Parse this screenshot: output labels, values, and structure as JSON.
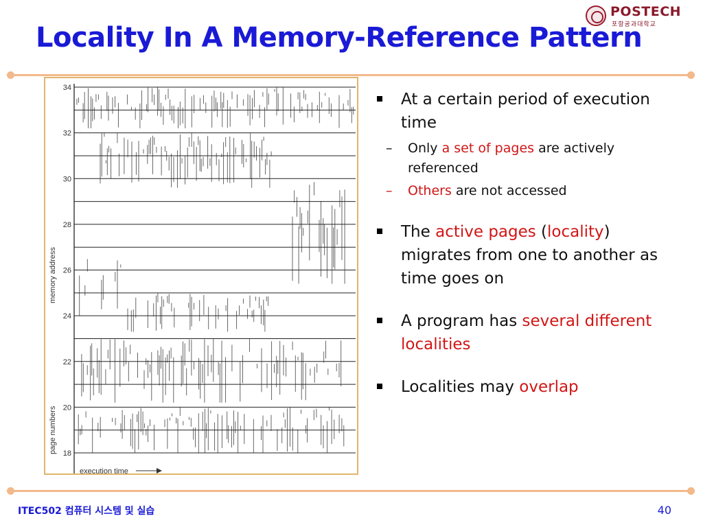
{
  "slide": {
    "title": "Locality In A Memory-Reference Pattern",
    "logo": {
      "name": "POSTECH",
      "subtitle": "포항공과대학교"
    },
    "colors": {
      "title": "#1a1ad6",
      "highlight": "#d11616",
      "rule": "#f3b98a",
      "frame": "#e1b46d"
    }
  },
  "figure": {
    "y_ticks": [
      "34",
      "32",
      "30",
      "28",
      "26",
      "24",
      "22",
      "20",
      "18"
    ],
    "ylabel_bottom": "page numbers",
    "ylabel_top": "memory address",
    "xlabel": "execution time"
  },
  "bullets": [
    {
      "parts": [
        {
          "text": "At a certain period of execution time",
          "hl": false
        }
      ],
      "subs": [
        {
          "parts": [
            {
              "text": "Only ",
              "hl": false
            },
            {
              "text": "a set of pages",
              "hl": true
            },
            {
              "text": " are actively referenced",
              "hl": false
            }
          ]
        },
        {
          "parts": [
            {
              "text": "Others",
              "hl": true
            },
            {
              "text": " are not accessed",
              "hl": false
            }
          ]
        }
      ]
    },
    {
      "parts": [
        {
          "text": "The ",
          "hl": false
        },
        {
          "text": "active pages",
          "hl": true
        },
        {
          "text": " (",
          "hl": false
        },
        {
          "text": "locality",
          "hl": true
        },
        {
          "text": ") migrates  from one to another as time goes on",
          "hl": false
        }
      ],
      "subs": []
    },
    {
      "parts": [
        {
          "text": "A program has ",
          "hl": false
        },
        {
          "text": "several different localities",
          "hl": true
        }
      ],
      "subs": []
    },
    {
      "parts": [
        {
          "text": "Localities may ",
          "hl": false
        },
        {
          "text": "overlap",
          "hl": true
        }
      ],
      "subs": []
    }
  ],
  "footer": {
    "course": "ITEC502 컴퓨터 시스템 및 실습",
    "page": "40"
  }
}
